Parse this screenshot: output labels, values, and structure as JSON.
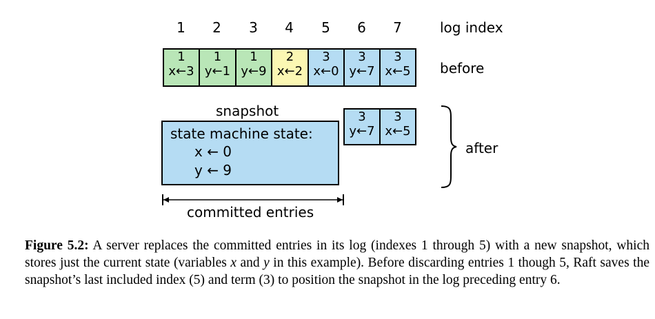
{
  "figure": {
    "log_index_label": "log index",
    "indices": [
      "1",
      "2",
      "3",
      "4",
      "5",
      "6",
      "7"
    ],
    "before_label": "before",
    "after_label": "after",
    "before_entries": [
      {
        "term": "1",
        "cmd": "x←3",
        "color": "#b9e6b7"
      },
      {
        "term": "1",
        "cmd": "y←1",
        "color": "#b9e6b7"
      },
      {
        "term": "1",
        "cmd": "y←9",
        "color": "#b9e6b7"
      },
      {
        "term": "2",
        "cmd": "x←2",
        "color": "#fbf7b3"
      },
      {
        "term": "3",
        "cmd": "x←0",
        "color": "#b5dcf3"
      },
      {
        "term": "3",
        "cmd": "y←7",
        "color": "#b5dcf3"
      },
      {
        "term": "3",
        "cmd": "x←5",
        "color": "#b5dcf3"
      }
    ],
    "after_entries": [
      {
        "term": "3",
        "cmd": "y←7",
        "color": "#b5dcf3"
      },
      {
        "term": "3",
        "cmd": "x←5",
        "color": "#b5dcf3"
      }
    ],
    "snapshot": {
      "label": "snapshot",
      "title": "state machine state:",
      "line_x": "x ← 0",
      "line_y": "y ← 9",
      "color": "#b5dcf3"
    },
    "committed_label": "committed entries"
  },
  "caption": {
    "label": "Figure 5.2:",
    "seg1": " A server replaces the committed entries in its log (indexes 1 through 5) with a new snapshot, which stores just the current state (variables ",
    "var_x": "x",
    "seg2": " and ",
    "var_y": "y",
    "seg3": " in this example). Before discarding entries 1 though 5, Raft saves the snapshot’s last included index (5) and term (3) to position the snapshot in the log preceding entry 6."
  }
}
